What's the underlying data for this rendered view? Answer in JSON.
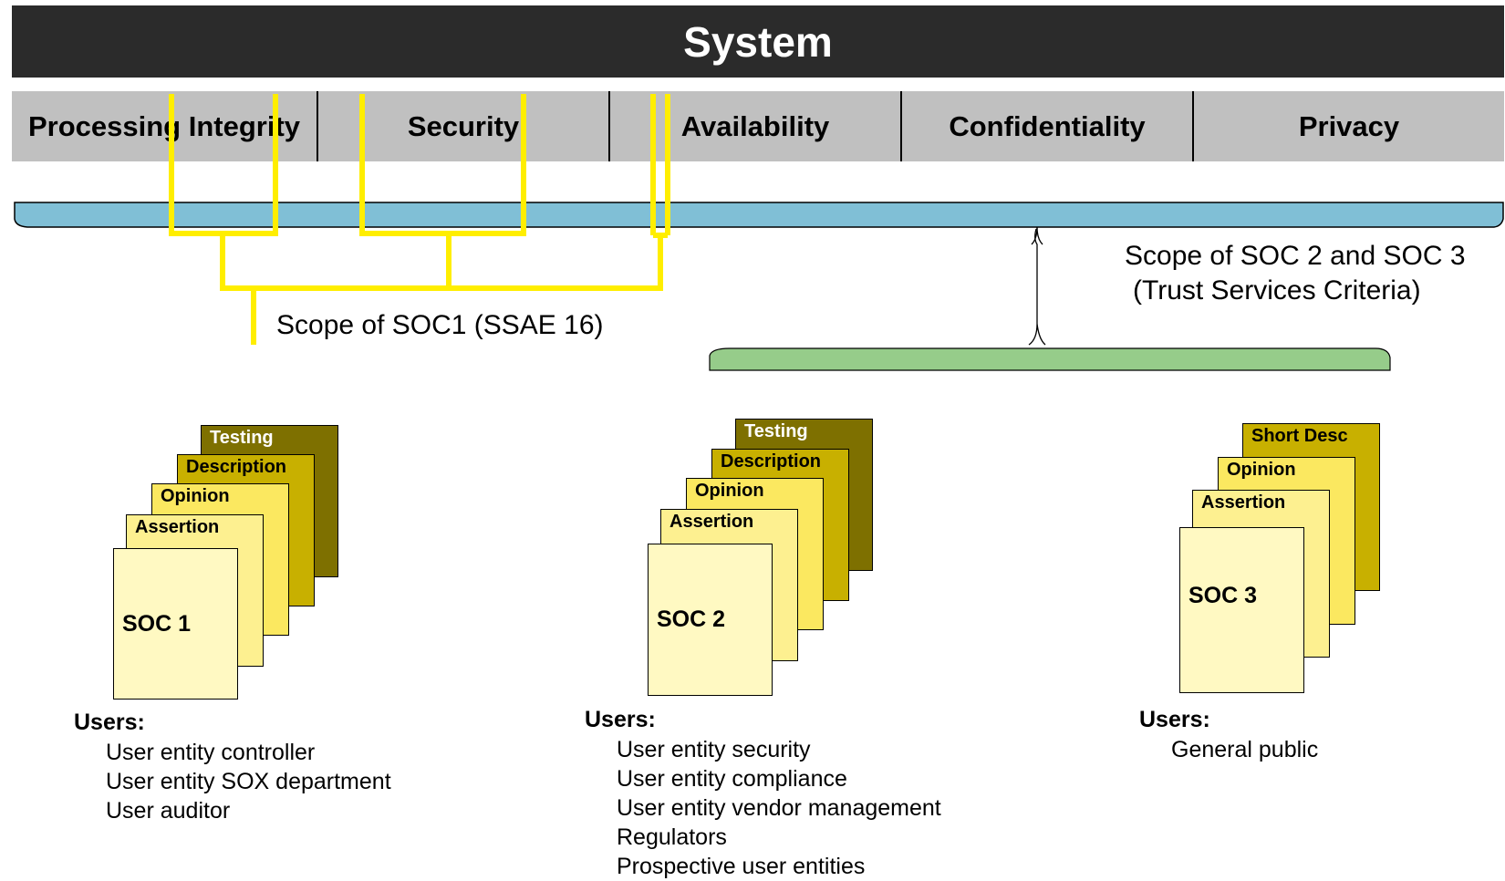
{
  "system": {
    "title": "System"
  },
  "criteria": [
    {
      "label": "Processing Integrity"
    },
    {
      "label": "Security"
    },
    {
      "label": "Availability"
    },
    {
      "label": "Confidentiality"
    },
    {
      "label": "Privacy"
    }
  ],
  "scope": {
    "soc1": "Scope of SOC1  (SSAE 16)",
    "soc23_line1": "Scope of  SOC 2 and SOC 3",
    "soc23_line2": "(Trust Services Criteria)"
  },
  "reports": [
    {
      "title": "SOC 1",
      "pages": [
        "Testing",
        "Description",
        "Opinion",
        "Assertion"
      ],
      "users_label": "Users:",
      "users": [
        "User entity controller",
        "User entity SOX department",
        "User auditor"
      ]
    },
    {
      "title": "SOC 2",
      "pages": [
        "Testing",
        "Description",
        "Opinion",
        "Assertion"
      ],
      "users_label": "Users:",
      "users": [
        "User entity security",
        "User entity compliance",
        "User entity vendor management",
        "Regulators",
        "Prospective user entities"
      ]
    },
    {
      "title": "SOC 3",
      "pages": [
        "Short Desc",
        "Opinion",
        "Assertion"
      ],
      "users_label": "Users:",
      "users": [
        "General public"
      ]
    }
  ],
  "colors": {
    "system_bar": "#2b2b2b",
    "criteria_bar": "#c0c0c0",
    "blue_bracket": "#80bfd6",
    "green_bracket": "#96cc8a",
    "yellow_lines": "#ffee00",
    "page_testing": "#7e7000",
    "page_description": "#c8b000",
    "page_opinion": "#fbe860",
    "page_assertion": "#fdf090",
    "page_front": "#fff9c2"
  }
}
